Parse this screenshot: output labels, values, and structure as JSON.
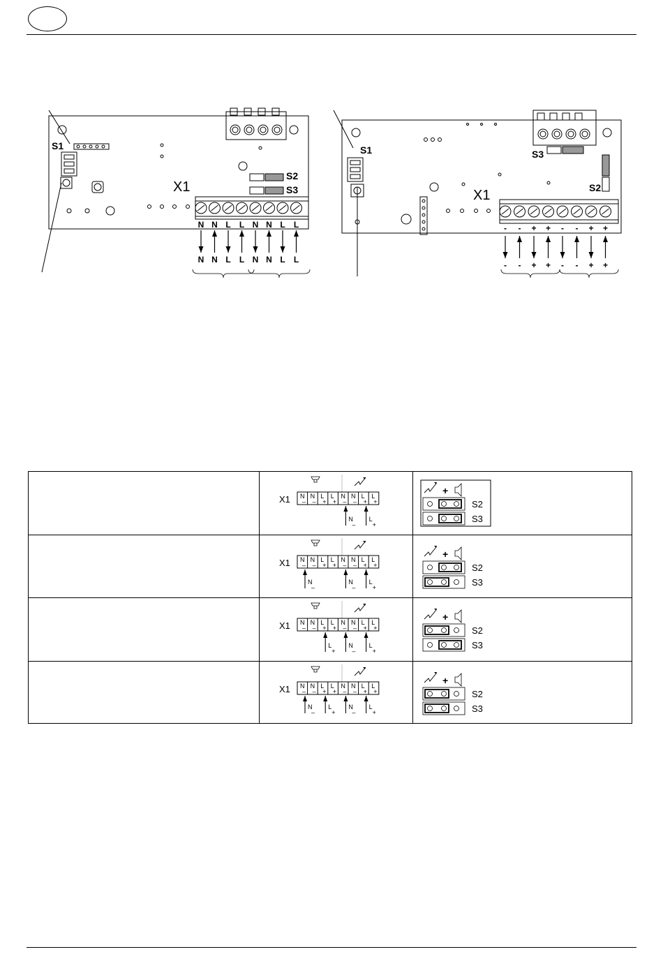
{
  "header": {
    "badge": ""
  },
  "figure_left": {
    "s1": "S1",
    "s2": "S2",
    "s3": "S3",
    "x1": "X1",
    "terminals": [
      "N",
      "N",
      "L",
      "L",
      "N",
      "N",
      "L",
      "L"
    ],
    "arrows": [
      "down",
      "up",
      "down",
      "up",
      "down",
      "up",
      "down",
      "up"
    ],
    "bottom_labels": [
      "N",
      "N",
      "L",
      "L",
      "N",
      "N",
      "L",
      "L"
    ]
  },
  "figure_right": {
    "s1": "S1",
    "s2": "S2",
    "s3": "S3",
    "x1": "X1",
    "terminals": [
      "-",
      "-",
      "+",
      "+",
      "-",
      "-",
      "+",
      "+"
    ],
    "arrows": [
      "down",
      "up",
      "down",
      "up",
      "down",
      "up",
      "down",
      "up"
    ],
    "bottom_labels": [
      "-",
      "-",
      "+",
      "+",
      "-",
      "-",
      "+",
      "+"
    ]
  },
  "table": {
    "x1": "X1",
    "plus": "+",
    "s2": "S2",
    "s3": "S3",
    "terminal_top": [
      "N",
      "N",
      "L",
      "L",
      "N",
      "N",
      "L",
      "L"
    ],
    "terminal_sub": [
      "–",
      "–",
      "+",
      "+",
      "–",
      "–",
      "+",
      "+"
    ],
    "rows": [
      {
        "wires": [
          {
            "pos": 4,
            "t": "N",
            "s": "–"
          },
          {
            "pos": 6,
            "t": "L",
            "s": "+"
          }
        ],
        "s2": [
          false,
          true,
          true
        ],
        "s3": [
          false,
          true,
          true
        ]
      },
      {
        "wires": [
          {
            "pos": 0,
            "t": "N",
            "s": "–"
          },
          {
            "pos": 4,
            "t": "N",
            "s": "–"
          },
          {
            "pos": 6,
            "t": "L",
            "s": "+"
          }
        ],
        "s2": [
          false,
          true,
          true
        ],
        "s3": [
          true,
          true,
          false
        ]
      },
      {
        "wires": [
          {
            "pos": 2,
            "t": "L",
            "s": "+"
          },
          {
            "pos": 4,
            "t": "N",
            "s": "–"
          },
          {
            "pos": 6,
            "t": "L",
            "s": "+"
          }
        ],
        "s2": [
          true,
          true,
          false
        ],
        "s3": [
          false,
          true,
          true
        ]
      },
      {
        "wires": [
          {
            "pos": 0,
            "t": "N",
            "s": "–"
          },
          {
            "pos": 2,
            "t": "L",
            "s": "+"
          },
          {
            "pos": 4,
            "t": "N",
            "s": "–"
          },
          {
            "pos": 6,
            "t": "L",
            "s": "+"
          }
        ],
        "s2": [
          true,
          true,
          false
        ],
        "s3": [
          true,
          true,
          false
        ]
      }
    ]
  }
}
